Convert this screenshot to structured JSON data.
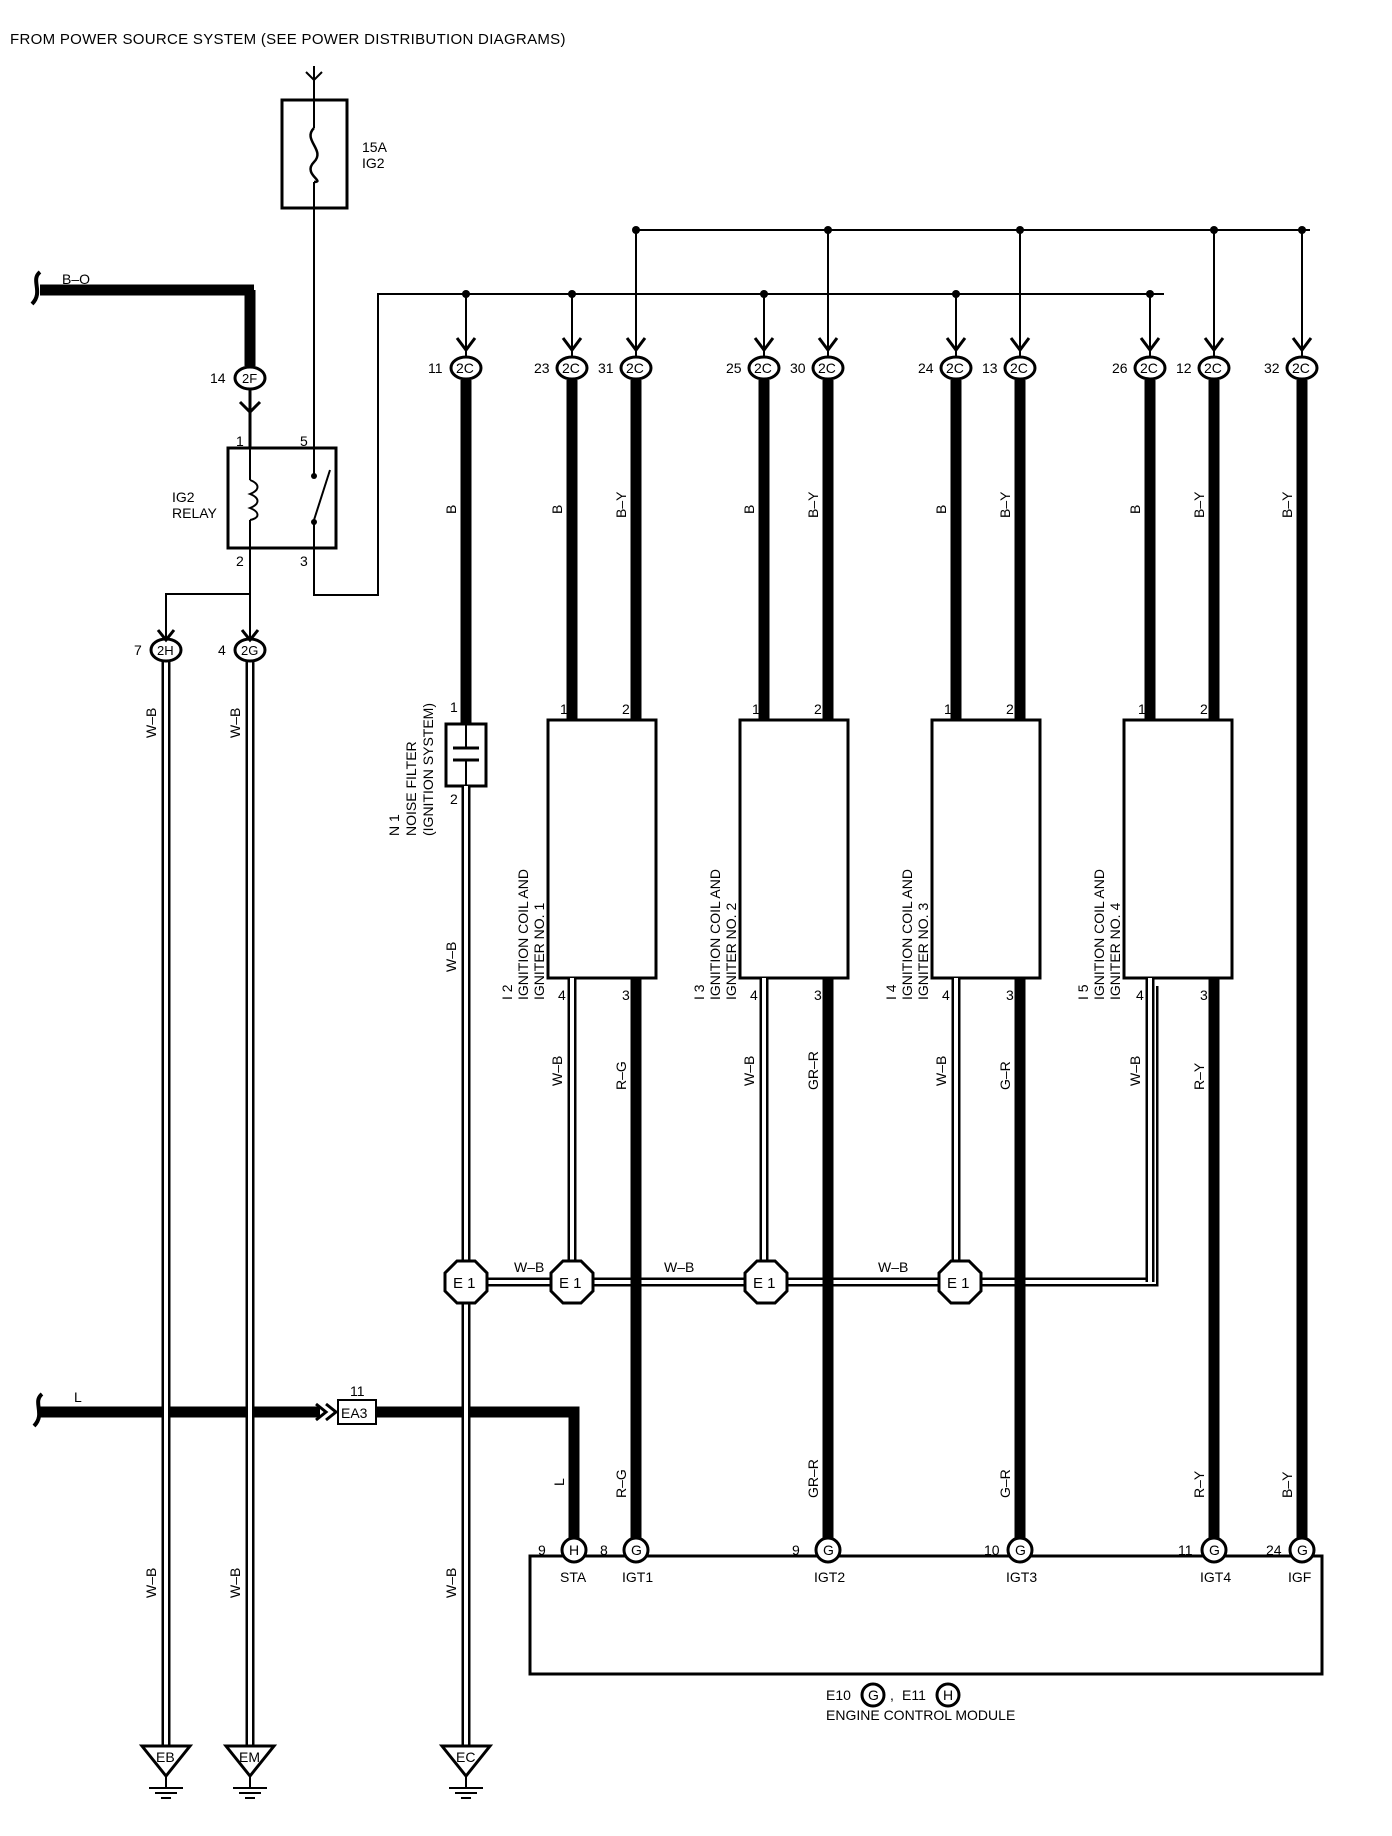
{
  "title": "FROM POWER SOURCE SYSTEM (SEE POWER DISTRIBUTION DIAGRAMS)",
  "fuse": {
    "amp": "15A",
    "name": "IG2"
  },
  "relay": {
    "line1": "IG2",
    "line2": "RELAY",
    "pins": [
      "1",
      "5",
      "2",
      "3"
    ]
  },
  "input_wires": {
    "battery": "B–O",
    "start": "L"
  },
  "connector_2F": {
    "pin": "14",
    "code": "2F"
  },
  "connectors_2C": [
    {
      "pin": "11",
      "code": "2C"
    },
    {
      "pin": "23",
      "code": "2C"
    },
    {
      "pin": "31",
      "code": "2C"
    },
    {
      "pin": "25",
      "code": "2C"
    },
    {
      "pin": "30",
      "code": "2C"
    },
    {
      "pin": "24",
      "code": "2C"
    },
    {
      "pin": "13",
      "code": "2C"
    },
    {
      "pin": "26",
      "code": "2C"
    },
    {
      "pin": "12",
      "code": "2C"
    },
    {
      "pin": "32",
      "code": "2C"
    }
  ],
  "ground_connectors": [
    {
      "pin": "7",
      "code": "2H"
    },
    {
      "pin": "4",
      "code": "2G"
    }
  ],
  "wire_colors": {
    "black": "B",
    "by": "B–Y",
    "wb": "W–B",
    "l": "L",
    "rg": "R–G",
    "grr": "GR–R",
    "gr": "G–R",
    "ry": "R–Y"
  },
  "noise_filter": {
    "id": "N 1",
    "name": "NOISE FILTER",
    "sub": "(IGNITION SYSTEM)",
    "pin_top": "1",
    "pin_bottom": "2"
  },
  "ignition_coils": [
    {
      "id": "I 2",
      "line1": "IGNITION COIL AND",
      "line2": "IGNITER NO. 1",
      "p1": "1",
      "p2": "2",
      "p4": "4",
      "p3": "3",
      "out_color": "R–G"
    },
    {
      "id": "I 3",
      "line1": "IGNITION COIL AND",
      "line2": "IGNITER NO. 2",
      "p1": "1",
      "p2": "2",
      "p4": "4",
      "p3": "3",
      "out_color": "GR–R"
    },
    {
      "id": "I 4",
      "line1": "IGNITION COIL AND",
      "line2": "IGNITER NO. 3",
      "p1": "1",
      "p2": "2",
      "p4": "4",
      "p3": "3",
      "out_color": "G–R"
    },
    {
      "id": "I 5",
      "line1": "IGNITION COIL AND",
      "line2": "IGNITER NO. 4",
      "p1": "1",
      "p2": "2",
      "p4": "4",
      "p3": "3",
      "out_color": "R–Y"
    }
  ],
  "junction": "E 1",
  "ea3": {
    "pin": "11",
    "code": "EA3"
  },
  "ecm": {
    "title": "ENGINE CONTROL MODULE",
    "conn1": "E10",
    "conn1_code": "G",
    "sep": ",",
    "conn2": "E11",
    "conn2_code": "H",
    "pins": [
      {
        "num": "9",
        "code": "H",
        "label": "STA"
      },
      {
        "num": "8",
        "code": "G",
        "label": "IGT1"
      },
      {
        "num": "9",
        "code": "G",
        "label": "IGT2"
      },
      {
        "num": "10",
        "code": "G",
        "label": "IGT3"
      },
      {
        "num": "11",
        "code": "G",
        "label": "IGT4"
      },
      {
        "num": "24",
        "code": "G",
        "label": "IGF"
      }
    ]
  },
  "grounds": [
    "EB",
    "EM",
    "EC"
  ]
}
